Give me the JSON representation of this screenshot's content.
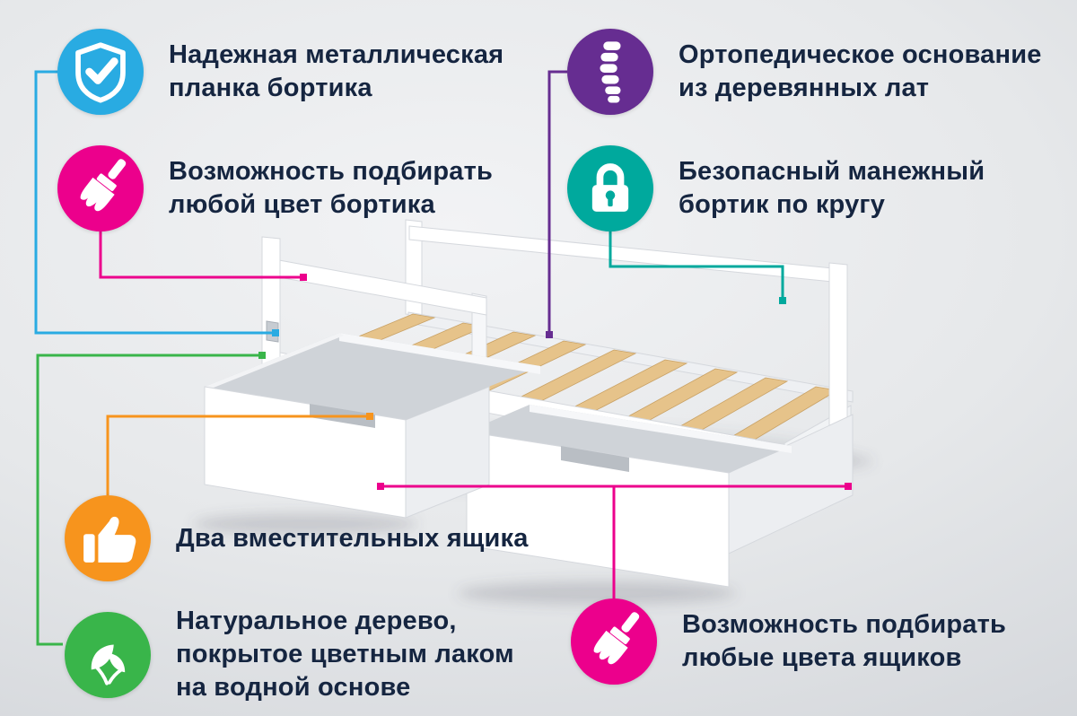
{
  "page": {
    "background_top": "#f2f3f5",
    "background_bottom": "#cfd2d7",
    "text_color": "#152540"
  },
  "features": [
    {
      "id": "metal-plank",
      "icon": "shield-check-icon",
      "color": "#29abe2",
      "label": "Надежная металлическая\nпланка бортика"
    },
    {
      "id": "rail-color",
      "icon": "paintbrush-icon",
      "color": "#ec008c",
      "label": "Возможность подбирать\nлюбой цвет бортика"
    },
    {
      "id": "orthopedic-base",
      "icon": "spine-icon",
      "color": "#662d91",
      "label": "Ортопедическое основание\nиз деревянных лат"
    },
    {
      "id": "safe-rail",
      "icon": "lock-icon",
      "color": "#00a99d",
      "label": "Безопасный манежный\nбортик по кругу"
    },
    {
      "id": "two-drawers",
      "icon": "thumbs-up-icon",
      "color": "#f7941d",
      "label": "Два вместительных ящика"
    },
    {
      "id": "natural-wood",
      "icon": "leaf-icon",
      "color": "#39b54a",
      "label": "Натуральное дерево,\nпокрытое цветным лаком\nна водной основе"
    },
    {
      "id": "drawer-colors",
      "icon": "paintbrush-icon",
      "color": "#ec008c",
      "label": "Возможность подбирать\nлюбые цвета ящиков"
    }
  ],
  "illustration": {
    "name": "kids-bed-with-two-drawers",
    "frame_color": "#ffffff",
    "slat_color": "#e6c38a",
    "slat_edge_color": "#c9a266",
    "interior_color": "#cfd3d8",
    "handle_color": "#b9bec4"
  }
}
